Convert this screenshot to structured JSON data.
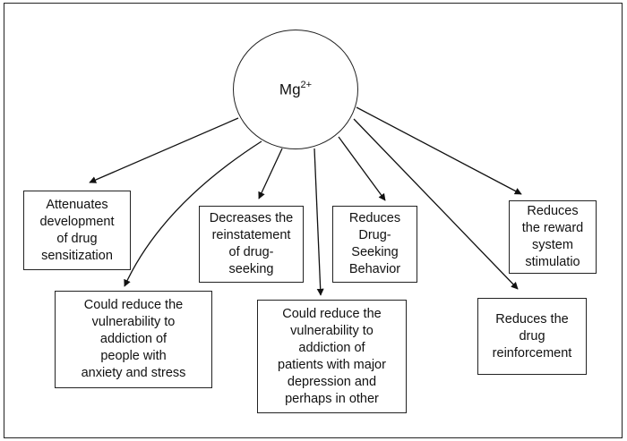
{
  "hub": {
    "base": "Mg",
    "superscript": "2+"
  },
  "effects": {
    "attenuates_sensitization": [
      "Attenuates",
      "development",
      "of drug",
      "sensitization"
    ],
    "decreases_reinstatement": [
      "Decreases the",
      "reinstatement",
      "of drug-",
      "seeking"
    ],
    "reduces_drug_seeking": [
      "Reduces",
      "Drug-",
      "Seeking",
      "Behavior"
    ],
    "reduces_reward_stimulation": [
      "Reduces",
      "the reward",
      "system",
      "stimulatio"
    ],
    "anxiety_stress_vulnerability": [
      "Could reduce the",
      "vulnerability to",
      "addiction of",
      "people with",
      "anxiety and stress"
    ],
    "major_depression_vulnerability": [
      "Could reduce the",
      "vulnerability to",
      "addiction of",
      "patients with major",
      "depression and",
      "perhaps in other"
    ],
    "reduces_reinforcement": [
      "Reduces the",
      "drug",
      "reinforcement"
    ]
  }
}
